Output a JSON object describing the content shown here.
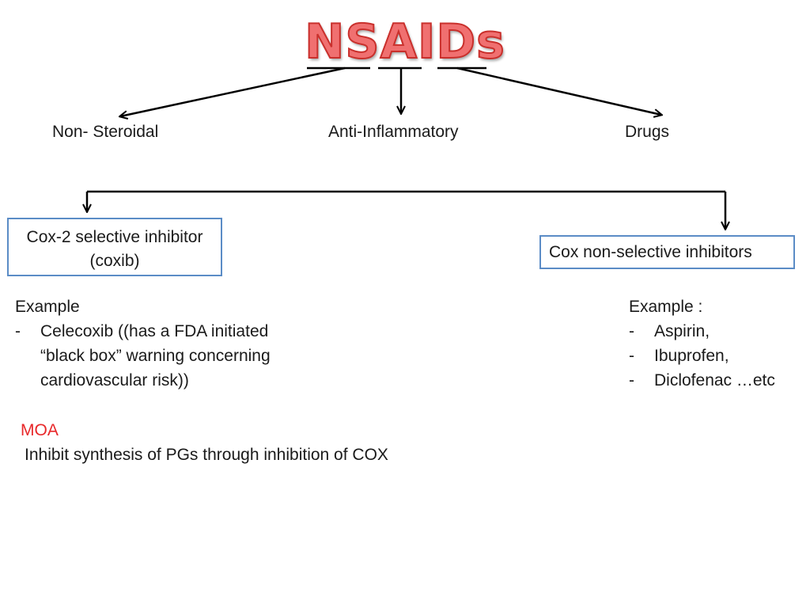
{
  "slide": {
    "title": "NSAIDs",
    "acronym": {
      "non": "Non- Steroidal",
      "anti": "Anti-Inflammatory",
      "drugs": "Drugs"
    },
    "cox2_box": {
      "line1": "Cox-2 selective inhibitor",
      "line2": "(coxib)"
    },
    "nonselective_box": {
      "label": "Cox non-selective inhibitors"
    },
    "left_example": {
      "heading": "Example",
      "items": [
        {
          "dash": "-",
          "lines": [
            "Celecoxib ((has a FDA initiated",
            "“black box”  warning concerning",
            "cardiovascular risk))"
          ]
        }
      ]
    },
    "right_example": {
      "heading": "Example :",
      "items": [
        {
          "dash": "-",
          "text": "Aspirin,"
        },
        {
          "dash": "-",
          "text": "Ibuprofen,"
        },
        {
          "dash": "-",
          "text": "Diclofenac …etc"
        }
      ]
    },
    "moa": {
      "heading": "MOA",
      "text": "Inhibit synthesis of PGs through inhibition of COX"
    }
  },
  "colors": {
    "title_fill": "#f07070",
    "title_stroke": "#c9302c",
    "box_border": "#5b8cc6",
    "moa_heading": "#e8282a"
  }
}
